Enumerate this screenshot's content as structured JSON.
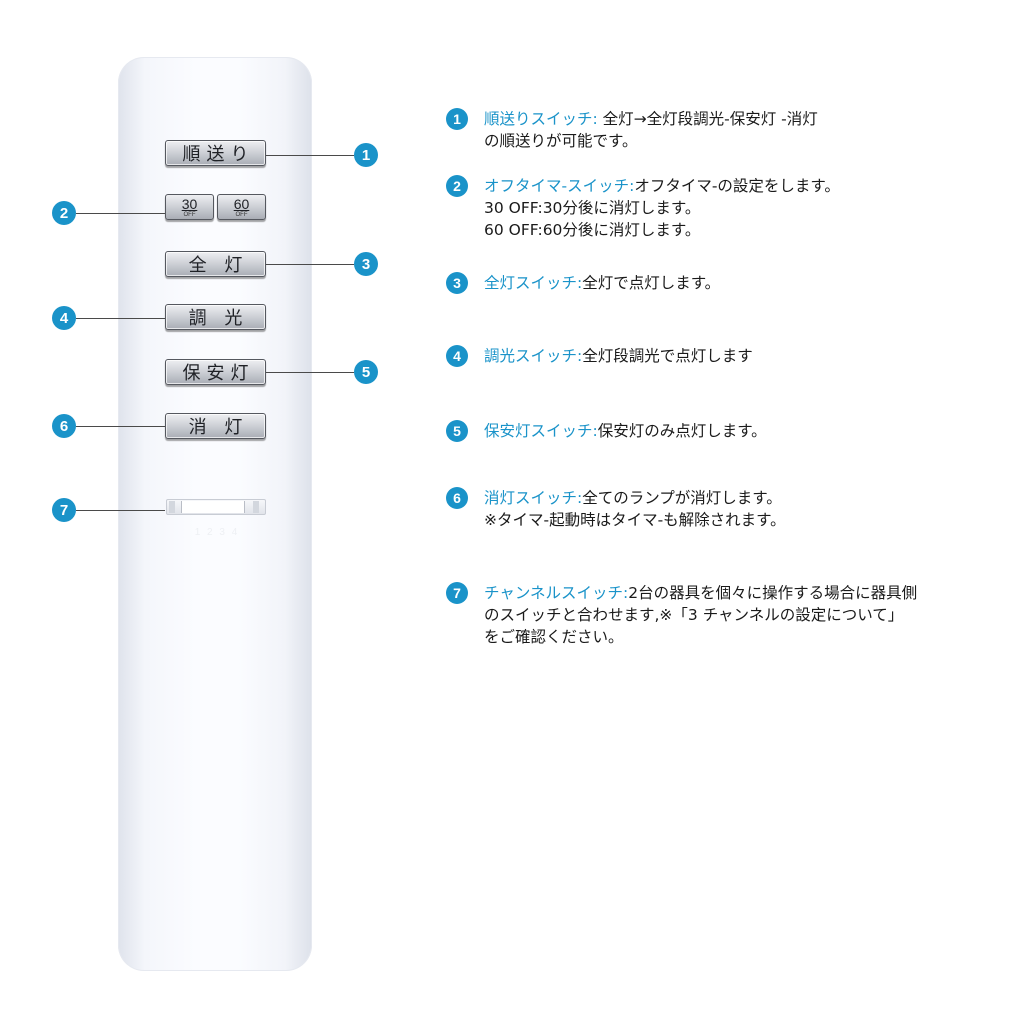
{
  "remote": {
    "buttons": {
      "sequential": "順送り",
      "timer_30": "30",
      "timer_30_sub": "OFF",
      "timer_60": "60",
      "timer_60_sub": "OFF",
      "all_on": "全 灯",
      "dim": "調 光",
      "night": "保安灯",
      "off": "消 灯"
    },
    "channel_label": "1 2 3 4"
  },
  "callout_numbers": [
    "1",
    "2",
    "3",
    "4",
    "5",
    "6",
    "7"
  ],
  "descriptions": [
    {
      "num": "1",
      "title": "順送りスイッチ:",
      "lines": [
        "全灯→全灯段調光-保安灯 -消灯",
        "の順送りが可能です。"
      ]
    },
    {
      "num": "2",
      "title": "オフタイマ-スイッチ:",
      "lines": [
        "オフタイマ-の設定をします。",
        "30 OFF:30分後に消灯します。",
        "60 OFF:60分後に消灯します。"
      ]
    },
    {
      "num": "3",
      "title": "全灯スイッチ:",
      "lines": [
        "全灯で点灯します。"
      ]
    },
    {
      "num": "4",
      "title": "調光スイッチ:",
      "lines": [
        "全灯段調光で点灯します"
      ]
    },
    {
      "num": "5",
      "title": "保安灯スイッチ:",
      "lines": [
        "保安灯のみ点灯します。"
      ]
    },
    {
      "num": "6",
      "title": "消灯スイッチ:",
      "lines": [
        "全てのランプが消灯します。",
        "※タイマ-起動時はタイマ-も解除されます。"
      ]
    },
    {
      "num": "7",
      "title": "チャンネルスイッチ:",
      "lines": [
        "2台の器具を個々に操作する場合に器具側",
        "のスイッチと合わせます,※「3 チャンネルの設定について」",
        "をご確認ください。"
      ]
    }
  ],
  "colors": {
    "accent": "#1a93c9",
    "text": "#1a1a1a"
  }
}
